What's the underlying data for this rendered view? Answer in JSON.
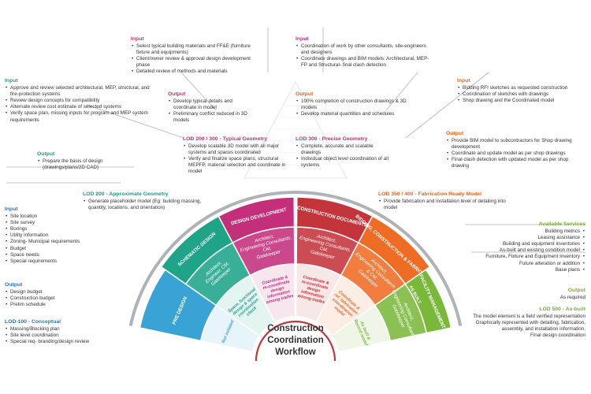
{
  "center_title": [
    "Construction",
    "Coordination",
    "Workflow"
  ],
  "colors": {
    "pre_design": "#3aa3d6",
    "schematic": "#1fa489",
    "design_dev": "#c42f7c",
    "construction_docs": "#c4343b",
    "bidding": "#ef6c25",
    "facility": "#7ab83a",
    "outer_ring": "#b0b3b6",
    "title_text": "#333333"
  },
  "phases": [
    {
      "key": "pre_design",
      "name": "PRE DESIGN",
      "inner_lines": [
        "Not initiated"
      ]
    },
    {
      "key": "schematic",
      "name": "SCHEMATIC DESIGN",
      "middle_lines": [
        "Architect,",
        "Engineer, CM,",
        "Gatekeeper"
      ],
      "inner_lines": [
        "Space, functional",
        "design & space",
        "coordination",
        "check"
      ]
    },
    {
      "key": "design_dev",
      "name": "DESIGN DEVELOPMENT",
      "middle_lines": [
        "Architect,",
        "Engineering Consultants,",
        "CM,",
        "Gatekeeper"
      ],
      "inner_lines": [
        "Coordinate &",
        "re-coordinate",
        "design",
        "information",
        "among trades"
      ]
    },
    {
      "key": "construction_docs",
      "name": "CONSTRUCTION DOCUMENTS",
      "middle_lines": [
        "Architect,",
        "Engineering Consultants,",
        "CM,",
        "Gatekeeper"
      ],
      "inner_lines": [
        "Coordinate &",
        "re-coordinate",
        "design",
        "information",
        "among trades"
      ]
    },
    {
      "key": "bidding",
      "name": "BIDDING, CONSTRUCTION & FABRICATION",
      "middle_lines": [
        "Architect,",
        "Engineering Consultants",
        "& CM,",
        "Gatekeeper"
      ],
      "inner_lines": [
        "Coordinate &",
        "ref. fabrication",
        "coordination",
        "model"
      ]
    },
    {
      "key": "facility",
      "name": "FACILITY MANAGEMENT",
      "outer_extra": "AS BUILT",
      "middle_lines": [
        "Architect,",
        "Engineering Consultants",
        "Gatekeeper"
      ],
      "inner_lines": [
        "As built &",
        "Record model"
      ]
    }
  ],
  "blocks": {
    "pre_design_input": {
      "heading": "Input",
      "items": [
        "Site location",
        "Site survey",
        "Borings",
        "Utility information",
        "Zoning- Municipal requirements",
        "Budget",
        "Space needs",
        "Special requirements"
      ]
    },
    "pre_design_output": {
      "heading": "Output",
      "items": [
        "Design budget",
        "Construction budget",
        "Prelim schedule"
      ]
    },
    "lod100": {
      "heading": "LOD-100 - Conceptual",
      "items": [
        "Massing/Blocking plan",
        "Site level coordination",
        "Special req- branding/design review"
      ]
    },
    "schematic_input": {
      "heading": "Input",
      "items": [
        "Approve and review selected architectural, MEP, structural, and fire-protection systems",
        "Review design concepts for compatibility",
        "Alternate review cost estimate of selected systems",
        "Verify space plan, missing inputs for program and MEP system requirements"
      ]
    },
    "schematic_output": {
      "heading": "Output",
      "items": [
        "Prepare the basis of design (drawings/plans/2D CAD)"
      ]
    },
    "lod200": {
      "heading": "LOD 200 - Approximate Geometry",
      "items": [
        "Generate placeholder model (Eg: building massing, quantity, locations, and orientation)"
      ]
    },
    "dd_input": {
      "heading": "Input",
      "items": [
        "Select typical building materials and FF&E (furniture fixture and equipments)",
        "Client/owner review & approval design development phase",
        "Detailed review of methods and materials"
      ]
    },
    "dd_output": {
      "heading": "Output",
      "items": [
        "Develop typical details and coordinate in model",
        "Preliminary conflict reduced in 3D models"
      ]
    },
    "lod200_300": {
      "heading": "LOD 200 / 300 - Typical Geometry",
      "items": [
        "Develop scalable 3D model with all major systems and spaces coordinated",
        "Verify and finalize space plans, structural MEPFP, material selection and coordinate in model"
      ]
    },
    "cd_input": {
      "heading": "Input",
      "items": [
        "Coordination of work by other consultants, site-engineers and designers",
        "Coordinate drawings and BIM models: Architectural, MEP-FP and Structural- final clash detection"
      ]
    },
    "cd_output": {
      "heading": "Output",
      "items": [
        "100% completion of construction drawings & 3D models",
        "Develop material quantities and schedules"
      ]
    },
    "lod300": {
      "heading": "LOD 300 - Precise Geometry",
      "items": [
        "Complete, accurate and scalable drawings",
        "Individual object level coordination of all systems"
      ]
    },
    "bid_input": {
      "heading": "Input",
      "items": [
        "Bidding RFI sketches as requested construction",
        "Coordination of sketches with drawings",
        "Shop drawing and the Coordinated model"
      ]
    },
    "bid_output": {
      "heading": "Output",
      "items": [
        "Provide BIM model to subcontractors for Shop drawing development",
        "Coordinate and update model as per shop drawings",
        "Final clash detection with updated model as per shop drawing"
      ]
    },
    "lod350_400": {
      "heading": "LOD 350 / 400 - Fabrication Ready Model",
      "items": [
        "Provide fabrication and installation level of detailing into model"
      ]
    },
    "fm_services": {
      "heading": "Available Services",
      "items": [
        "Building metrics",
        "Leasing assistance",
        "Building and equipment inventories",
        "As-built and existing condition model",
        "Furniture, Fixture and Equipment Inventory",
        "Future alteration or addition",
        "Base plans"
      ]
    },
    "fm_output": {
      "heading": "Output",
      "text": "As required"
    },
    "lod500": {
      "heading": "LOD 500 - As-built",
      "lines": [
        "The model element is a field verified representation",
        "Graphically represented with detailing, fabrication,",
        "assembly, and installation information.",
        "Final design coordination"
      ]
    }
  }
}
